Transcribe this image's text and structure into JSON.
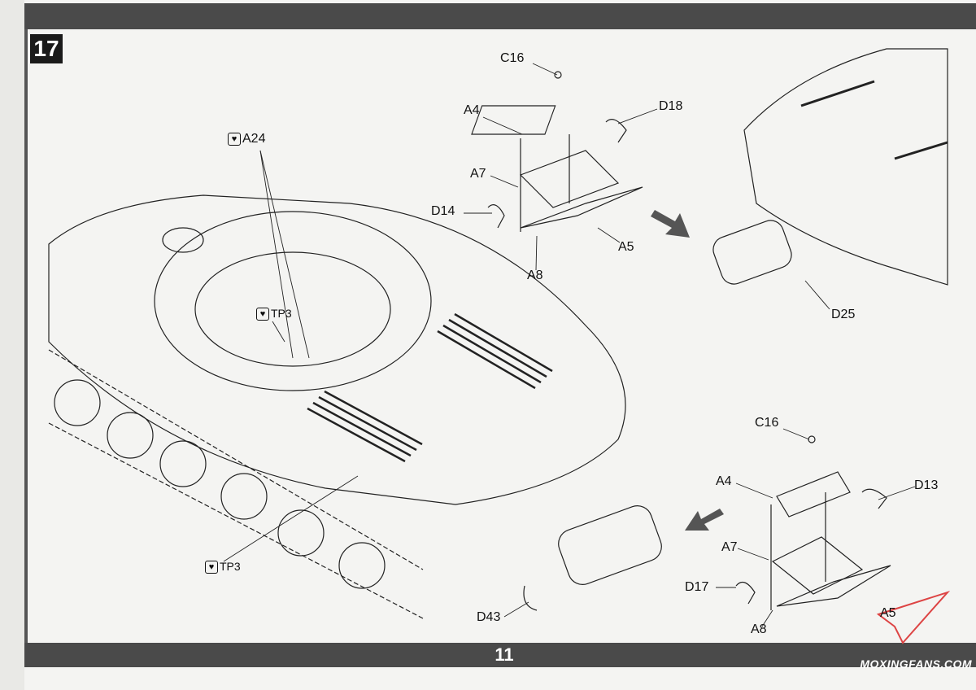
{
  "step": {
    "number": "17"
  },
  "page": {
    "number": "11"
  },
  "watermark": {
    "text": "MOXINGFANS.COM"
  },
  "icons": {
    "glue": "heart-icon",
    "arrow": "direction-arrow-icon"
  },
  "colors": {
    "band": "#4a4a4a",
    "step_box": "#1a1a1a",
    "paper": "#f4f4f2"
  },
  "callouts": {
    "main_a24": "A24",
    "main_tp3_top": "TP3",
    "main_tp3_bottom": "TP3",
    "main_d43": "D43",
    "sub1": {
      "c16": "C16",
      "a4": "A4",
      "d18": "D18",
      "a7": "A7",
      "d14": "D14",
      "a5": "A5",
      "a8": "A8"
    },
    "sub1_result": {
      "d25": "D25"
    },
    "sub2": {
      "c16": "C16",
      "a4": "A4",
      "d13": "D13",
      "a7": "A7",
      "d17": "D17",
      "a5": "A5",
      "a8": "A8"
    }
  }
}
